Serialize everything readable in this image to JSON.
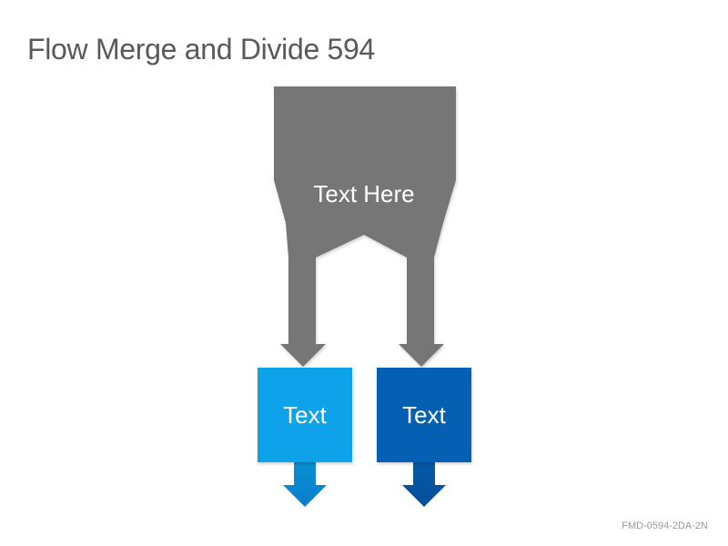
{
  "slide": {
    "title": "Flow Merge and Divide 594",
    "footer_code": "FMD-0594-2DA-2N"
  },
  "diagram": {
    "main_label": "Text Here",
    "left_box_label": "Text",
    "right_box_label": "Text",
    "colors": {
      "main_shape": "#767676",
      "left_box": "#0ea2ea",
      "right_box": "#0560b3"
    }
  }
}
